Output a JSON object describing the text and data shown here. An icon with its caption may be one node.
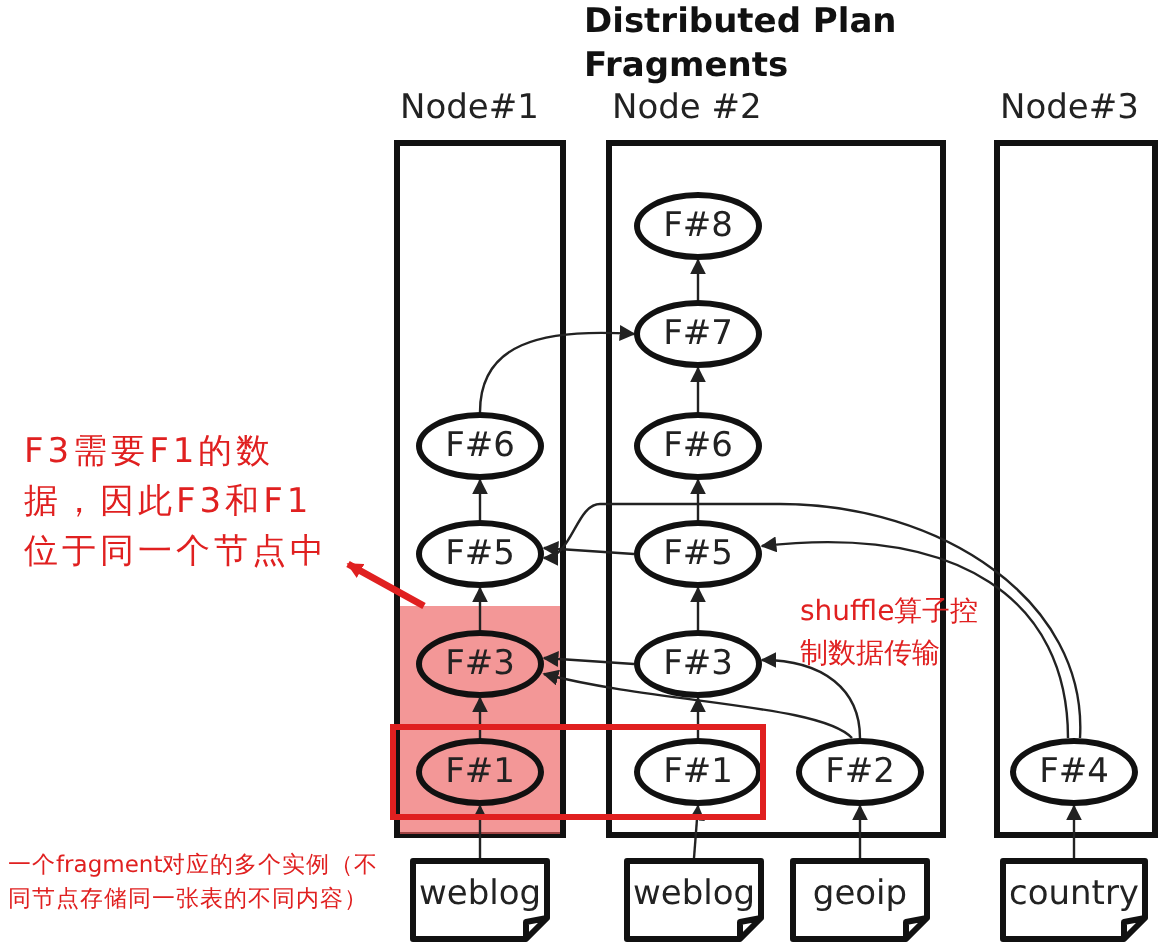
{
  "diagram": {
    "title": "Distributed Plan Fragments",
    "nodes": [
      {
        "text": [
          "Node#1"
        ]
      },
      {
        "text": [
          "Node #2"
        ]
      },
      {
        "text": [
          "Node#3"
        ]
      },
      {
        "text": [
          "F#8"
        ],
        "in": 1
      },
      {
        "text": [
          "F#7"
        ],
        "in": 1
      },
      {
        "text": [
          "F#6"
        ],
        "in": 0
      },
      {
        "text": [
          "F#6"
        ],
        "in": 1
      },
      {
        "text": [
          "F#5"
        ],
        "in": 0
      },
      {
        "text": [
          "F#5"
        ],
        "in": 1
      },
      {
        "text": [
          "F#3"
        ],
        "in": 20
      },
      {
        "text": [
          "F#3"
        ],
        "in": 1
      },
      {
        "text": [
          "F#1"
        ],
        "in": 20
      },
      {
        "text": [
          "F#1"
        ],
        "in": 1
      },
      {
        "text": [
          "F#2"
        ],
        "in": 1
      },
      {
        "text": [
          "F#4"
        ],
        "in": 2
      },
      {
        "text": [
          "weblog"
        ]
      },
      {
        "text": [
          "weblog"
        ]
      },
      {
        "text": [
          "geoip"
        ]
      },
      {
        "text": [
          "country"
        ]
      },
      {
        "text": [
          "F3需要F1的数据，因此F3和F1位于同一个节点中"
        ]
      },
      {
        "text": [],
        "shape": "box",
        "in": 0
      }
    ],
    "edges": [
      {
        "from": 15,
        "to": 11,
        "arrow": "to"
      },
      {
        "from": 11,
        "to": 9,
        "arrow": "to"
      },
      {
        "from": 9,
        "to": 7,
        "arrow": "to"
      },
      {
        "from": 7,
        "to": 5,
        "arrow": "to"
      },
      {
        "from": 5,
        "to": 4,
        "arrow": "to"
      },
      {
        "from": 16,
        "to": 12,
        "arrow": "to"
      },
      {
        "from": 12,
        "to": 10,
        "arrow": "to"
      },
      {
        "from": 10,
        "to": 8,
        "arrow": "to"
      },
      {
        "from": 8,
        "to": 6,
        "arrow": "to"
      },
      {
        "from": 6,
        "to": 4,
        "arrow": "to"
      },
      {
        "from": 4,
        "to": 3,
        "arrow": "to"
      },
      {
        "from": 10,
        "to": 9,
        "arrow": "to"
      },
      {
        "from": 8,
        "to": 7,
        "arrow": "to"
      },
      {
        "from": 17,
        "to": 13,
        "arrow": "to"
      },
      {
        "from": 13,
        "to": 10,
        "arrow": "to"
      },
      {
        "from": 13,
        "to": 9,
        "arrow": "to"
      },
      {
        "from": 18,
        "to": 14,
        "arrow": "to"
      },
      {
        "from": 14,
        "to": 8,
        "arrow": "to"
      },
      {
        "from": 14,
        "to": 7,
        "arrow": "to"
      },
      {
        "from": 20,
        "to": 19,
        "arrow": "to",
        "color": "#e02020",
        "style": "thick"
      }
    ],
    "labels": [
      "shuffle算子控制数据传输",
      "一个fragment对应的多个实例（不同节点存储同一张表的不同内容）"
    ]
  }
}
